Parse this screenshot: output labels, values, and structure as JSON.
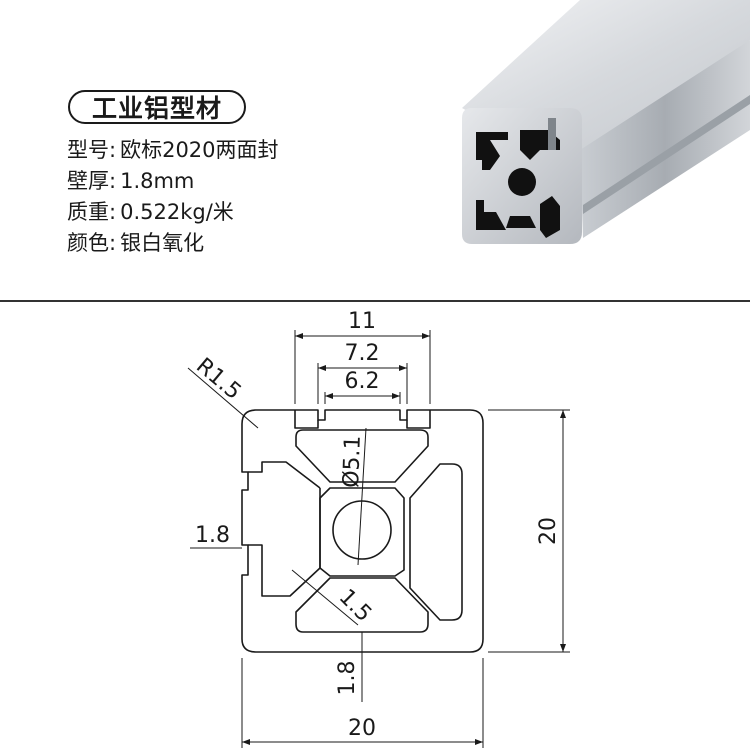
{
  "product": {
    "title": "工业铝型材",
    "specs": [
      {
        "label": "型号",
        "value": "欧标2020两面封"
      },
      {
        "label": "壁厚",
        "value": "1.8mm"
      },
      {
        "label": "质重",
        "value": "0.522kg/米"
      },
      {
        "label": "颜色",
        "value": "银白氧化"
      }
    ]
  },
  "drawing": {
    "dim_slot_outer": "11",
    "dim_slot_mid": "7.2",
    "dim_slot_inner": "6.2",
    "dim_radius": "R1.5",
    "dim_bore": "Ø5.1",
    "dim_height": "20",
    "dim_width": "20",
    "dim_wall_side": "1.8",
    "dim_wall_bottom": "1.8",
    "dim_rib": "1.5"
  },
  "colors": {
    "ink": "#1a1a1a",
    "aluminum_light": "#e4e6e9",
    "aluminum_mid": "#b9bdc2",
    "aluminum_dark": "#8d9298",
    "slot_shadow": "#111111"
  }
}
